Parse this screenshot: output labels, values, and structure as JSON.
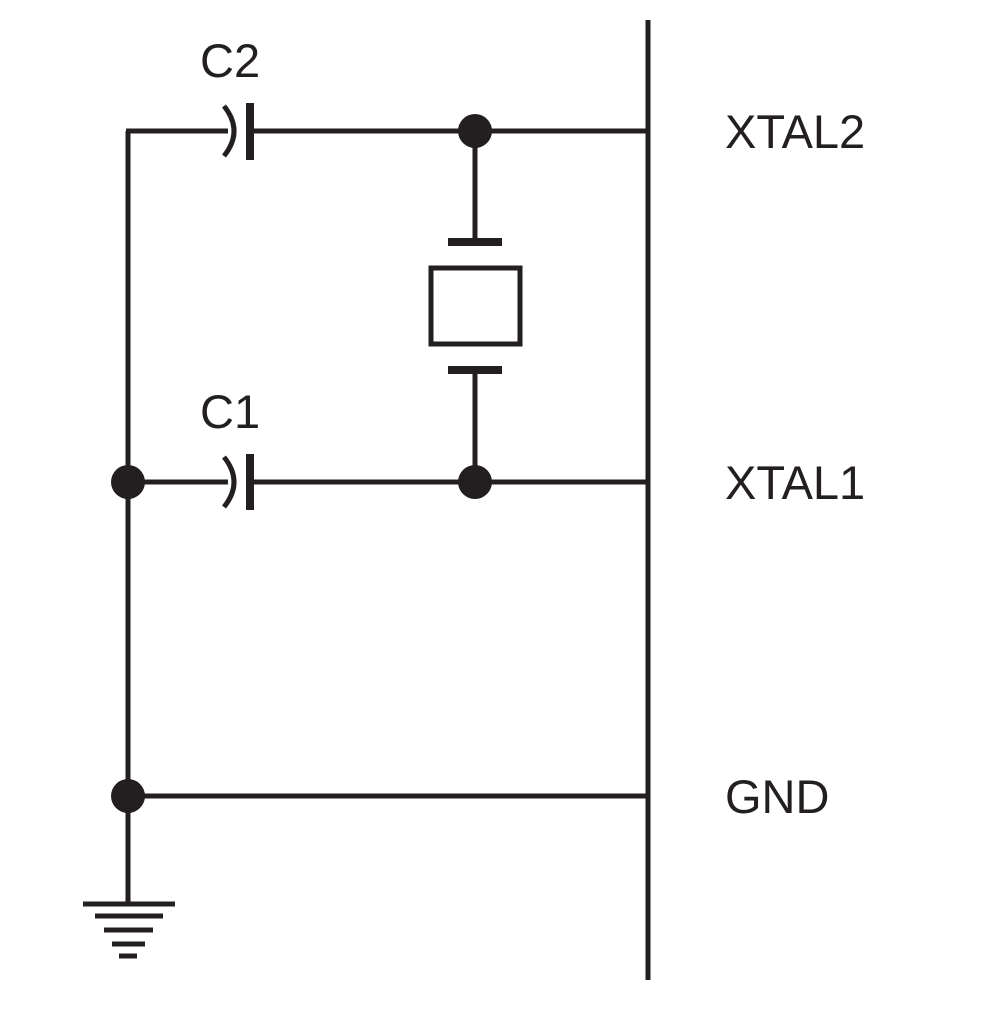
{
  "components": {
    "capacitor_c2": {
      "label": "C2"
    },
    "capacitor_c1": {
      "label": "C1"
    },
    "crystal": {
      "label": ""
    }
  },
  "pins": {
    "xtal2": "XTAL2",
    "xtal1": "XTAL1",
    "gnd": "GND"
  },
  "colors": {
    "ink": "#231f20",
    "background": "#ffffff"
  }
}
